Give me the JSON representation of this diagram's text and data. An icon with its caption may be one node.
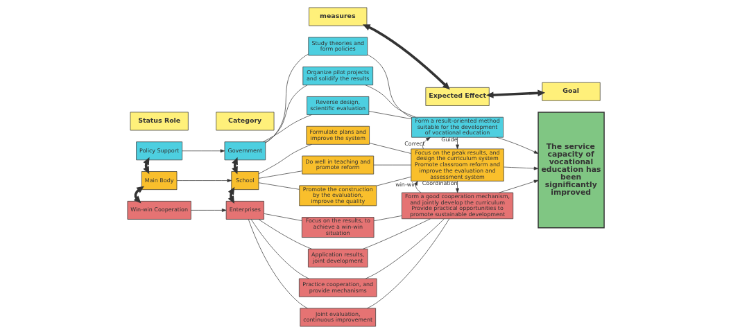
{
  "diagram": {
    "nodes": [
      {
        "text": [
          "Status Role"
        ]
      },
      {
        "text": [
          "Category"
        ]
      },
      {
        "text": [
          "measures"
        ]
      },
      {
        "text": [
          "Expected Effect"
        ]
      },
      {
        "text": [
          "Goal"
        ]
      },
      {
        "text": [
          "Policy Support"
        ]
      },
      {
        "text": [
          "Government"
        ]
      },
      {
        "text": [
          "Study theories and form policies"
        ]
      },
      {
        "text": [
          "Organize pilot projects and solidify the results"
        ]
      },
      {
        "text": [
          "Reverse design, scientific evaluation"
        ]
      },
      {
        "text": [
          "Main Body"
        ]
      },
      {
        "text": [
          "School"
        ]
      },
      {
        "text": [
          "Formulate plans and improve the system"
        ]
      },
      {
        "text": [
          "Do well in teaching and promote reform"
        ]
      },
      {
        "text": [
          "Promote the construction by the evaluation, improve the quality"
        ]
      },
      {
        "text": [
          "Win-win Cooperation"
        ]
      },
      {
        "text": [
          "Enterprises"
        ]
      },
      {
        "text": [
          "Focus on the results, to achieve a win-win situation"
        ]
      },
      {
        "text": [
          "Application results, joint development"
        ]
      },
      {
        "text": [
          "Practice cooperation, and provide mechanisms"
        ]
      },
      {
        "text": [
          "Joint evaluation, continuous improvement"
        ]
      },
      {
        "text": [
          "Form a result-oriented method suitable for the development of vocational education"
        ]
      },
      {
        "text": [
          "Focus on the peak results, and design the curriculum system",
          "Promote classroom reform and improve the evaluation and assessment system"
        ]
      },
      {
        "text": [
          "Form a good cooperation mechanism, and jointly develop the curriculum",
          "Provide practical opportunities to promote sustainable development"
        ]
      },
      {
        "text": [
          "The service capacity of vocational education has been significantly improved"
        ]
      }
    ],
    "edges": [
      {
        "from": 2,
        "to": 3,
        "arrow": "both",
        "style": "thick"
      },
      {
        "from": 3,
        "to": 4,
        "arrow": "both",
        "style": "thick"
      },
      {
        "from": 5,
        "to": 6,
        "arrow": "to"
      },
      {
        "from": 10,
        "to": 11,
        "arrow": "to"
      },
      {
        "from": 15,
        "to": 16,
        "arrow": "to"
      },
      {
        "from": 5,
        "to": 10,
        "arrow": "both",
        "style": "thick"
      },
      {
        "from": 10,
        "to": 15,
        "arrow": "both",
        "style": "thick"
      },
      {
        "from": 6,
        "to": 11,
        "arrow": "both",
        "style": "thick"
      },
      {
        "from": 11,
        "to": 16,
        "arrow": "both",
        "style": "thick"
      },
      {
        "from": 6,
        "to": 7,
        "arrow": "none"
      },
      {
        "from": 6,
        "to": 8,
        "arrow": "none"
      },
      {
        "from": 6,
        "to": 9,
        "arrow": "none"
      },
      {
        "from": 11,
        "to": 12,
        "arrow": "none"
      },
      {
        "from": 11,
        "to": 13,
        "arrow": "none"
      },
      {
        "from": 11,
        "to": 14,
        "arrow": "none"
      },
      {
        "from": 16,
        "to": 17,
        "arrow": "none"
      },
      {
        "from": 16,
        "to": 18,
        "arrow": "none"
      },
      {
        "from": 16,
        "to": 19,
        "arrow": "none"
      },
      {
        "from": 16,
        "to": 20,
        "arrow": "none"
      },
      {
        "from": 7,
        "to": 21,
        "arrow": "none"
      },
      {
        "from": 8,
        "to": 21,
        "arrow": "none"
      },
      {
        "from": 9,
        "to": 21,
        "arrow": "none"
      },
      {
        "from": 12,
        "to": 22,
        "arrow": "none"
      },
      {
        "from": 13,
        "to": 22,
        "arrow": "none"
      },
      {
        "from": 14,
        "to": 22,
        "arrow": "none"
      },
      {
        "from": 17,
        "to": 23,
        "arrow": "none"
      },
      {
        "from": 18,
        "to": 23,
        "arrow": "none"
      },
      {
        "from": 19,
        "to": 23,
        "arrow": "none"
      },
      {
        "from": 20,
        "to": 23,
        "arrow": "none"
      },
      {
        "from": 21,
        "to": 22,
        "arrow": "to",
        "label": "Guide"
      },
      {
        "from": 22,
        "to": 21,
        "arrow": "to",
        "label": "Correct"
      },
      {
        "from": 22,
        "to": 23,
        "arrow": "to",
        "label": "Coordination"
      },
      {
        "from": 23,
        "to": 22,
        "arrow": "to",
        "label": "win-win"
      },
      {
        "from": 21,
        "to": 24,
        "arrow": "to"
      },
      {
        "from": 22,
        "to": 24,
        "arrow": "to"
      },
      {
        "from": 23,
        "to": 24,
        "arrow": "to"
      }
    ]
  }
}
